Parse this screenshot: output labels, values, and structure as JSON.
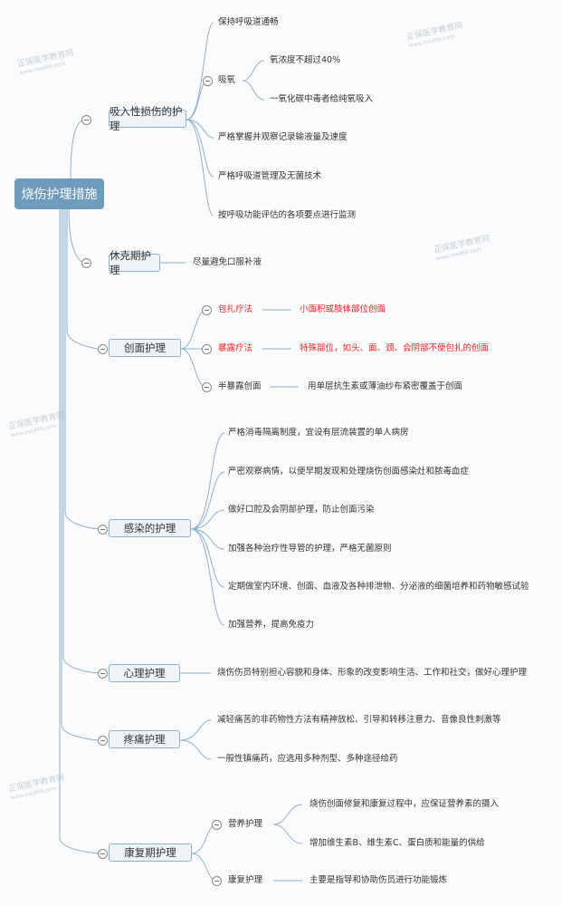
{
  "root": "烧伤护理措施",
  "watermark": {
    "name": "正保医学教育网",
    "url": "www.med66.com"
  },
  "branches": [
    {
      "label": "吸入性损伤的护理",
      "items": [
        "保持呼吸道通畅",
        {
          "label": "吸氧",
          "children": [
            "氧浓度不超过40%",
            "一氧化碳中毒者给纯氧吸入"
          ]
        },
        "严格掌握并观察记录输液量及速度",
        "严格呼吸道管理及无菌技术",
        "按呼吸功能评估的各项要点进行监测"
      ]
    },
    {
      "label": "休克期护理",
      "items": [
        "尽量避免口服补液"
      ]
    },
    {
      "label": "创面护理",
      "items": [
        {
          "label": "包扎疗法",
          "children": [
            "小面积或肢体部位创面"
          ]
        },
        {
          "label": "暴露疗法",
          "children": [
            "特殊部位，如头、面、颈、会阴部不便包扎的创面"
          ]
        },
        {
          "label": "半暴露创面",
          "children": [
            "用单层抗生素或薄油纱布紧密覆盖于创面"
          ]
        }
      ]
    },
    {
      "label": "感染的护理",
      "items": [
        "严格消毒隔离制度，宜设有层流装置的单人病房",
        "严密观察病情，以便早期发现和处理烧伤创面感染灶和脓毒血症",
        "做好口腔及会阴部护理，防止创面污染",
        "加强各种治疗性导管的护理，严格无菌原则",
        "定期做室内环境、创面、血液及各种排泄物、分泌液的细菌培养和药物敏感试验",
        "加强营养，提高免疫力"
      ]
    },
    {
      "label": "心理护理",
      "items": [
        "烧伤伤员特别担心容貌和身体、形象的改变影响生活、工作和社交，做好心理护理"
      ]
    },
    {
      "label": "疼痛护理",
      "items": [
        "减轻痛苦的非药物性方法有精神放松、引导和转移注意力、音像良性刺激等",
        "一般性镇痛药，应选用多种剂型、多种途径给药"
      ]
    },
    {
      "label": "康复期护理",
      "items": [
        {
          "label": "营养护理",
          "children": [
            "烧伤创面修复和康复过程中，应保证营养素的摄入",
            "增加维生素B、维生素C、蛋白质和能量的供给"
          ]
        },
        {
          "label": "康复护理",
          "children": [
            "主要是指导和协助伤员进行功能锻炼"
          ]
        }
      ]
    }
  ],
  "colors": {
    "root": "#6f9bbd",
    "line": "#8fb1cf",
    "highlight": "#ff2020"
  }
}
